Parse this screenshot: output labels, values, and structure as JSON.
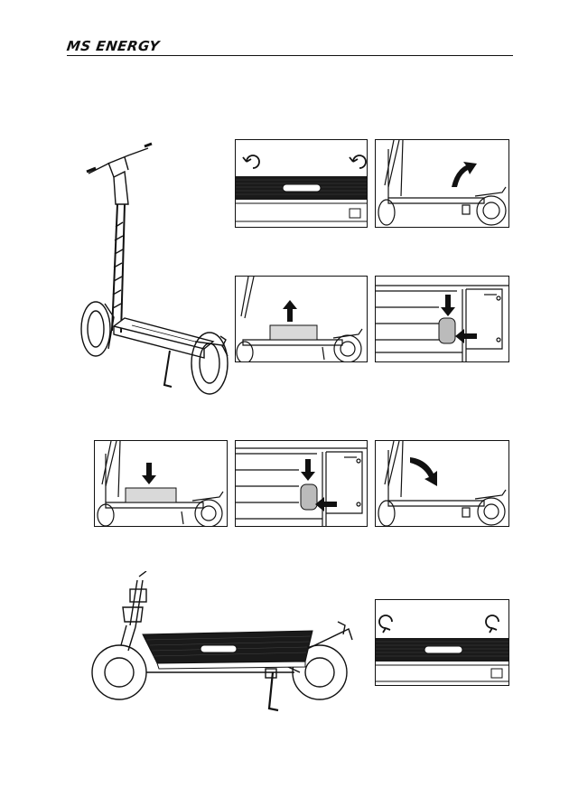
{
  "header": {
    "brand": "MS ENERGY"
  },
  "colors": {
    "ink": "#111111",
    "deck": "#1a1a1a",
    "battery": "#d9d9d9",
    "paper": "#ffffff"
  },
  "figures": [
    {
      "name": "scooter-upright-figure",
      "icon": "scooter-upright"
    },
    {
      "name": "step-1-unscrew-panel",
      "icon": "rotate-ccw-arrows"
    },
    {
      "name": "step-2-lift-deck",
      "icon": "curved-arrow-up"
    },
    {
      "name": "step-3-remove-battery",
      "icon": "arrow-up"
    },
    {
      "name": "step-4-disconnect-connector",
      "icon": "arrow-down-left"
    },
    {
      "name": "step-5-insert-battery",
      "icon": "arrow-down"
    },
    {
      "name": "step-6-connect-connector",
      "icon": "arrow-down-left"
    },
    {
      "name": "step-7-close-deck",
      "icon": "curved-arrow-down"
    },
    {
      "name": "scooter-side-figure",
      "icon": "scooter-side"
    },
    {
      "name": "step-8-fasten-panel",
      "icon": "rotate-cw-arrows"
    }
  ]
}
